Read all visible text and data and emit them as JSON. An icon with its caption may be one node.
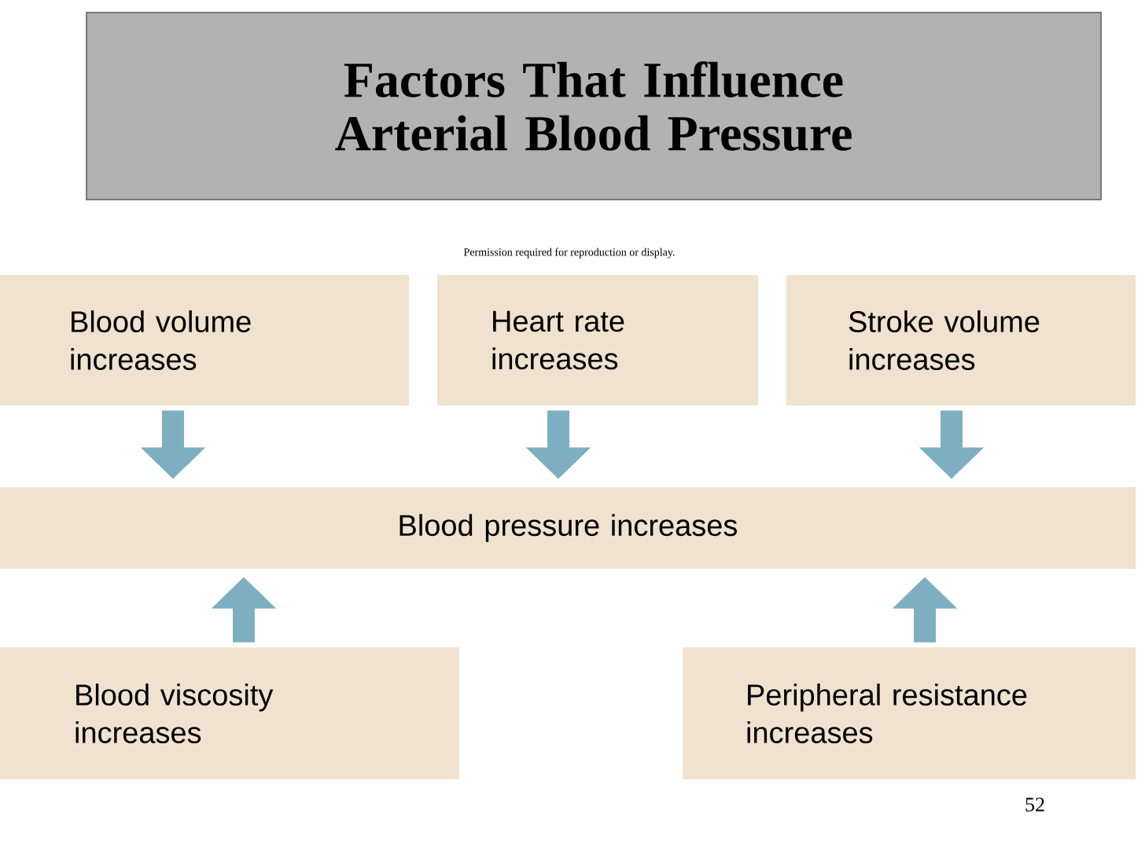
{
  "diagram": {
    "title": "Factors That Influence Arterial Blood Pressure",
    "nodes": [
      {
        "text": [
          "Blood volume increases"
        ]
      },
      {
        "text": [
          "Heart rate increases"
        ]
      },
      {
        "text": [
          "Stroke volume increases"
        ]
      },
      {
        "text": [
          "Blood pressure increases"
        ]
      },
      {
        "text": [
          "Blood viscosity increases"
        ]
      },
      {
        "text": [
          "Peripheral resistance increases"
        ]
      }
    ],
    "edges": [
      {
        "from": 0,
        "to": 3,
        "arrow": "to"
      },
      {
        "from": 1,
        "to": 3,
        "arrow": "to"
      },
      {
        "from": 2,
        "to": 3,
        "arrow": "to"
      },
      {
        "from": 4,
        "to": 3,
        "arrow": "to"
      },
      {
        "from": 5,
        "to": 3,
        "arrow": "to"
      }
    ],
    "labels": [
      "Permission required for reproduction or display.",
      "52"
    ]
  }
}
